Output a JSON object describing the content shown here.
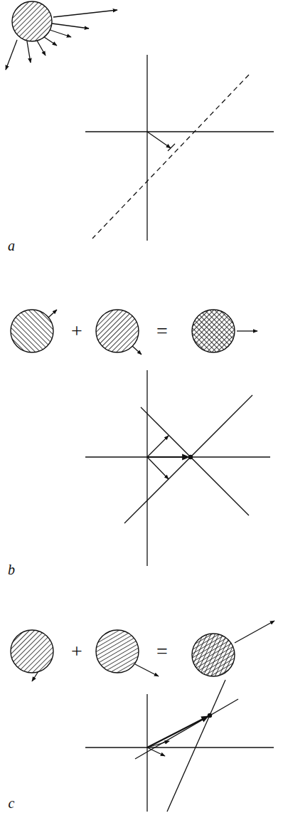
{
  "diagram": {
    "labels": [
      "a",
      "+",
      "=",
      "b",
      "+",
      "=",
      "c"
    ]
  }
}
